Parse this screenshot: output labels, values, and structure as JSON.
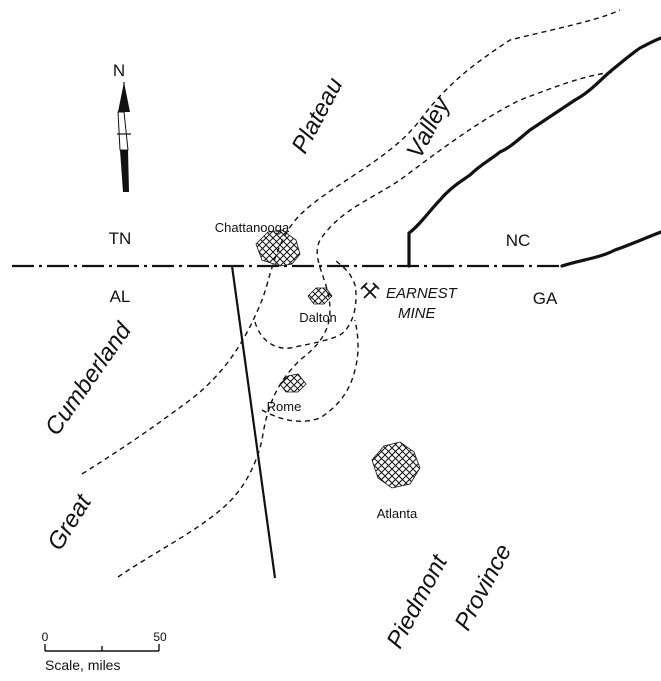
{
  "states": {
    "tn": "TN",
    "nc": "NC",
    "al": "AL",
    "ga": "GA"
  },
  "north_arrow": {
    "label": "N"
  },
  "cities": {
    "chattanooga": "Chattanooga",
    "dalton": "Dalton",
    "rome": "Rome",
    "atlanta": "Atlanta"
  },
  "mine": {
    "line1": "EARNEST",
    "line2": "MINE",
    "symbol": "crossed-hammers-icon"
  },
  "regions": {
    "plateau": "Plateau",
    "valley": "Valley",
    "cumberland": "Cumberland",
    "great": "Great",
    "piedmont": "Piedmont",
    "province": "Province"
  },
  "scale": {
    "zero": "0",
    "fifty": "50",
    "label": "Scale, miles"
  },
  "colors": {
    "ink": "#111111",
    "background": "#ffffff"
  }
}
